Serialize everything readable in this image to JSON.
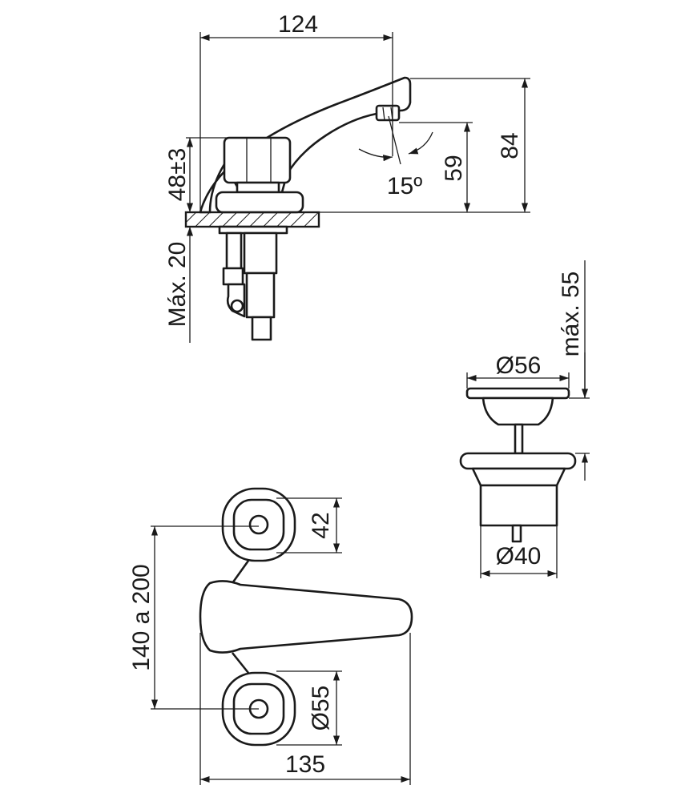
{
  "dimensions": {
    "spout_length": "124",
    "total_height": "84",
    "outlet_height": "59",
    "outlet_angle": "15º",
    "body_height": "48±3",
    "max_counter_thickness": "Máx. 20",
    "drain_max": "máx. 55",
    "drain_cap_diameter": "Ø56",
    "drain_body_diameter": "Ø40",
    "valve_width": "42",
    "valve_spacing": "140 a 200",
    "valve_diameter": "Ø55",
    "lever_length": "135"
  },
  "colors": {
    "line": "#1a1a1a",
    "background": "#ffffff"
  }
}
